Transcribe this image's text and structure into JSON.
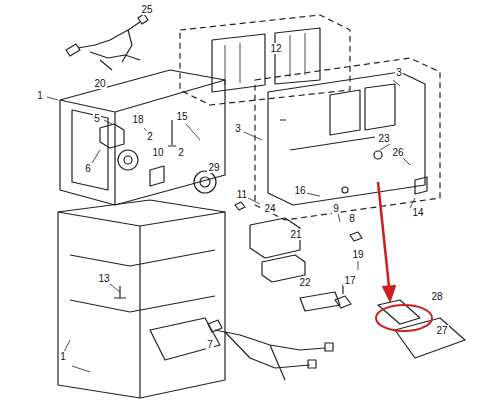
{
  "diagram": {
    "labels": [
      "25",
      "20",
      "12",
      "1",
      "5",
      "18",
      "15",
      "3",
      "3",
      "6",
      "2",
      "10",
      "2",
      "29",
      "23",
      "26",
      "16",
      "9",
      "8",
      "14",
      "11",
      "24",
      "21",
      "19",
      "13",
      "22",
      "17",
      "28",
      "27",
      "7",
      "1"
    ]
  }
}
